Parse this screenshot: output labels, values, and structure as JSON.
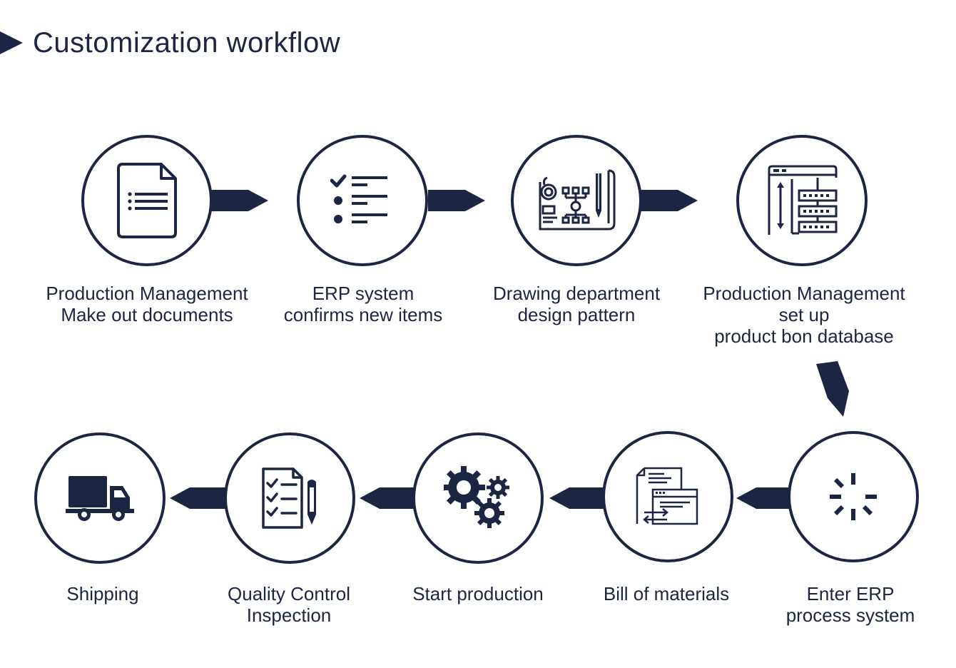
{
  "title": "Customization workflow",
  "colors": {
    "accent": "#1c2541",
    "background": "#ffffff"
  },
  "steps": [
    {
      "label": "Production Management\nMake out documents",
      "icon": "document-icon"
    },
    {
      "label": "ERP system\nconfirms new items",
      "icon": "checklist-icon"
    },
    {
      "label": "Drawing department\ndesign pattern",
      "icon": "blueprint-icon"
    },
    {
      "label": "Production Management\nset up\nproduct bon database",
      "icon": "database-icon"
    },
    {
      "label": "Enter ERP\nprocess system",
      "icon": "loading-icon"
    },
    {
      "label": "Bill of materials",
      "icon": "bill-documents-icon"
    },
    {
      "label": "Start production",
      "icon": "gears-icon"
    },
    {
      "label": "Quality Control\nInspection",
      "icon": "clipboard-pencil-icon"
    },
    {
      "label": "Shipping",
      "icon": "truck-icon"
    }
  ]
}
